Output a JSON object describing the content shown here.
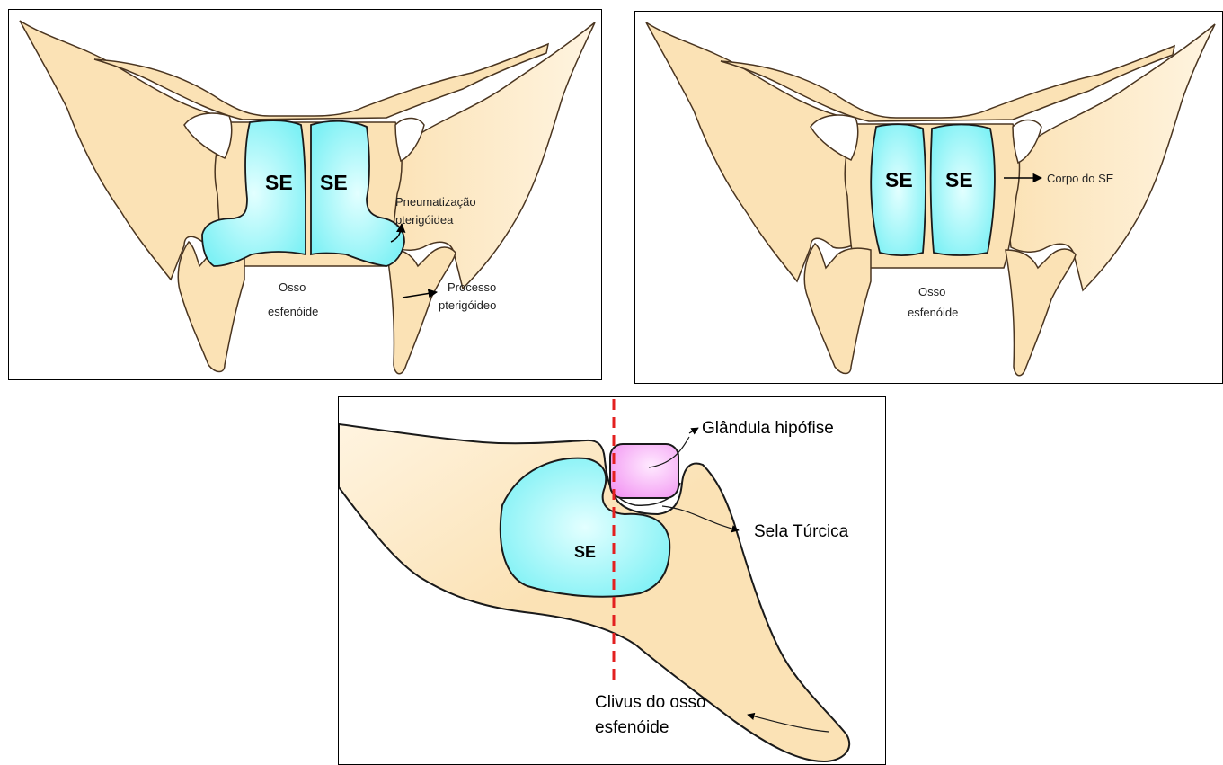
{
  "colors": {
    "bone": "#fbe2b5",
    "bone_light": "#fff4e0",
    "bone_outline": "#4a3520",
    "sinus": "#7ff1f5",
    "sinus_center": "#e3ffff",
    "pituitary": "#f39af3",
    "pituitary_light": "#ffeaff",
    "dashed_line": "#e32020"
  },
  "panels": {
    "top_left": {
      "sinus_left": "SE",
      "sinus_right": "SE",
      "pneumatization_line1": "Pneumatização",
      "pneumatization_line2": "pterigóidea",
      "bone_line1": "Osso",
      "bone_line2": "esfenóide",
      "process_line1": "Processo",
      "process_line2": "pterigóideo"
    },
    "top_right": {
      "sinus_left": "SE",
      "sinus_right": "SE",
      "body_label": "Corpo do SE",
      "bone_line1": "Osso",
      "bone_line2": "esfenóide"
    },
    "bottom": {
      "sinus": "SE",
      "pituitary": "Glândula hipófise",
      "sella": "Sela Túrcica",
      "clivus_line1": "Clivus do osso",
      "clivus_line2": "esfenóide"
    }
  }
}
